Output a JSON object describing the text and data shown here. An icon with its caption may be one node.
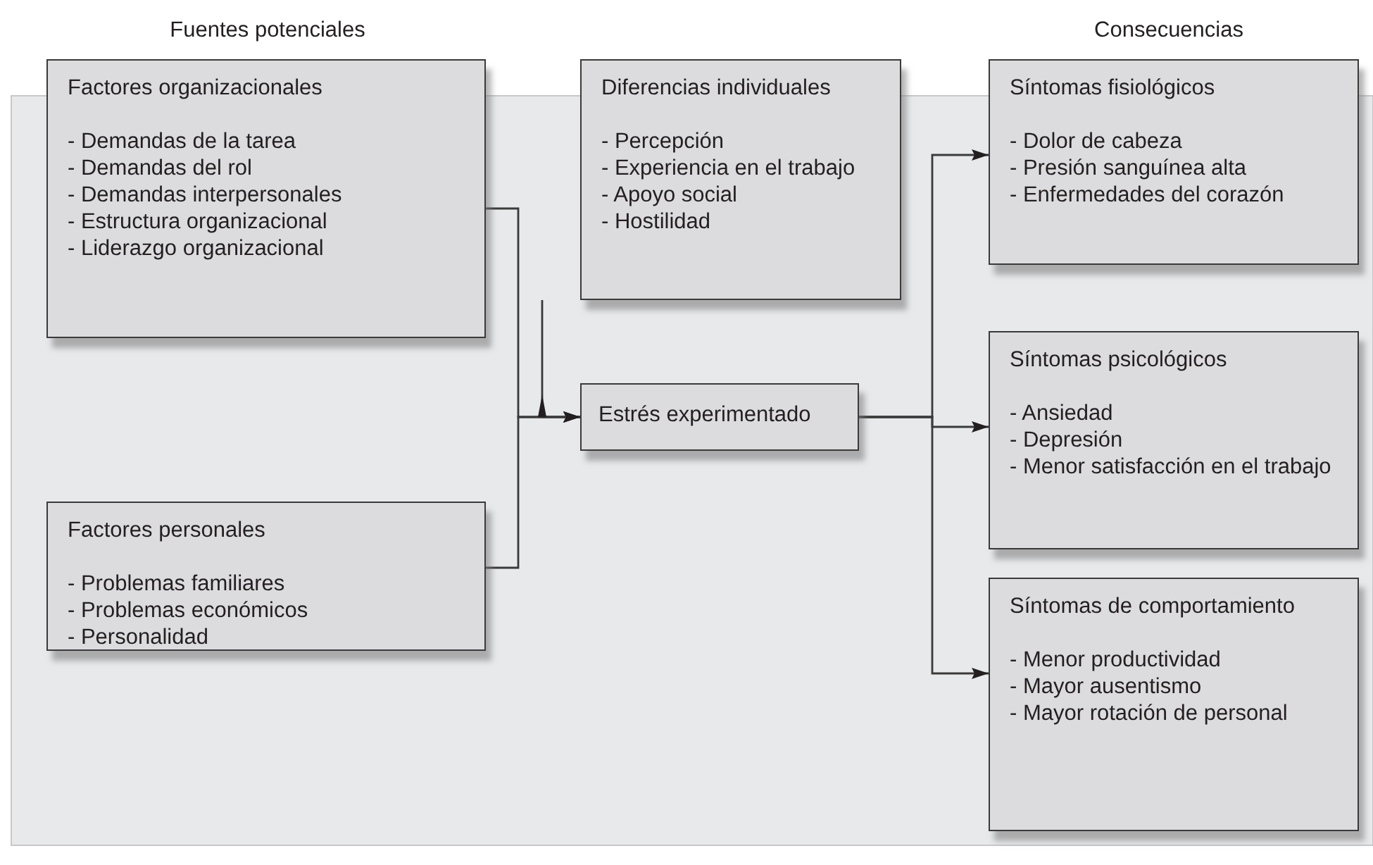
{
  "diagram": {
    "nodes": [
      {
        "text": [
          "Factores organizacionales",
          "- Demandas de la tarea",
          "- Demandas del rol",
          "- Demandas interpersonales",
          "- Estructura organizacional",
          "- Liderazgo organizacional"
        ]
      },
      {
        "text": [
          "Diferencias individuales",
          "- Percepción",
          "- Experiencia en el trabajo",
          "- Apoyo social",
          "- Hostilidad"
        ]
      },
      {
        "text": [
          "Síntomas fisiológicos",
          "- Dolor de cabeza",
          "- Presión sanguínea alta",
          "- Enfermedades del corazón"
        ]
      },
      {
        "text": [
          "Estrés experimentado"
        ]
      },
      {
        "text": [
          "Síntomas psicológicos",
          "- Ansiedad",
          "- Depresión",
          "- Menor satisfacción en el trabajo"
        ]
      },
      {
        "text": [
          "Factores personales",
          "- Problemas familiares",
          "- Problemas económicos",
          "- Personalidad"
        ]
      },
      {
        "text": [
          "Síntomas de comportamiento",
          "- Menor productividad",
          "- Mayor ausentismo",
          "- Mayor rotación de personal"
        ]
      }
    ],
    "edges": [
      {
        "from": 0,
        "to": 3,
        "arrow": "to"
      },
      {
        "from": 5,
        "to": 3,
        "arrow": "to"
      },
      {
        "from": 1,
        "to": 3,
        "arrow": "to"
      },
      {
        "from": 3,
        "to": 2,
        "arrow": "to"
      },
      {
        "from": 3,
        "to": 4,
        "arrow": "to"
      },
      {
        "from": 3,
        "to": 6,
        "arrow": "to"
      }
    ],
    "labels": [
      "Fuentes potenciales",
      "Consecuencias"
    ]
  }
}
